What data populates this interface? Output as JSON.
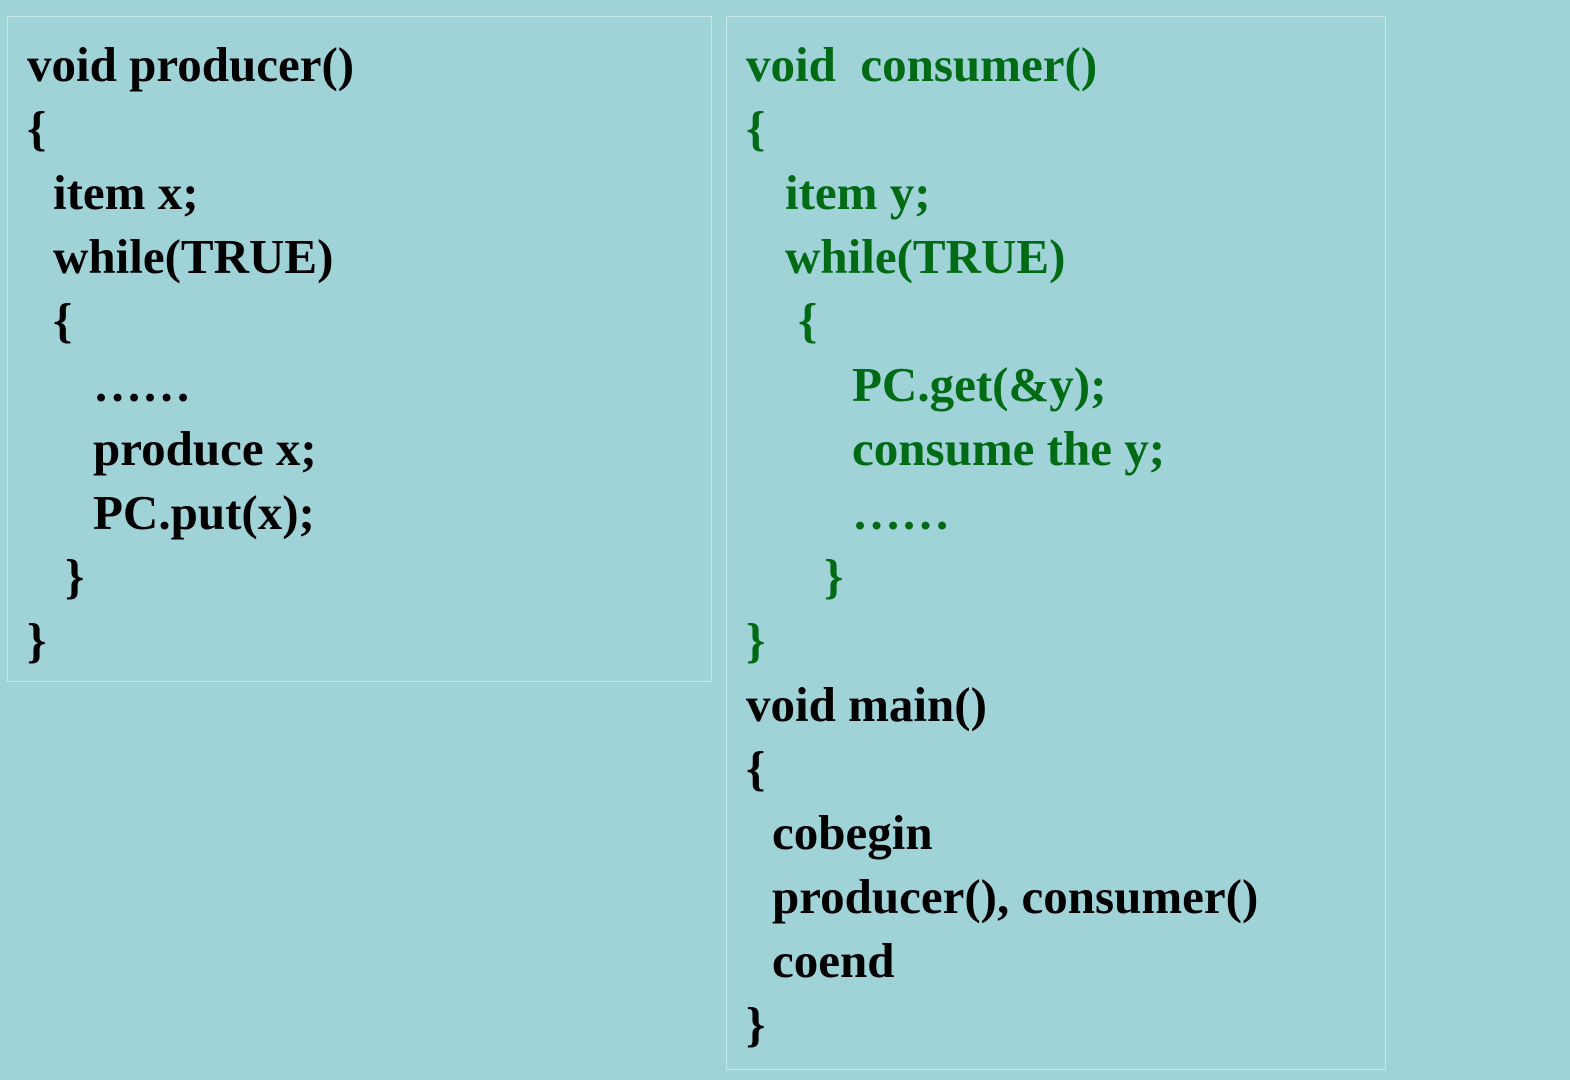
{
  "colors": {
    "background": "#9fd3d8",
    "box_border": "#c6e6e8",
    "producer_text": "#000000",
    "consumer_text": "#006a14",
    "main_text": "#000000"
  },
  "producer": {
    "lines": [
      "void producer()",
      "{",
      "item x;",
      "while(TRUE)",
      "{",
      "……",
      "produce x;",
      "PC.put(x);",
      "}",
      "}"
    ]
  },
  "consumer": {
    "lines": [
      "void  consumer()",
      "{",
      "item y;",
      "while(TRUE)",
      "{",
      "PC.get(&y);",
      "consume the y;",
      "……",
      "}",
      "}"
    ]
  },
  "main": {
    "lines": [
      "void main()",
      "{",
      "cobegin",
      "producer(), consumer()",
      "coend",
      "}"
    ]
  }
}
